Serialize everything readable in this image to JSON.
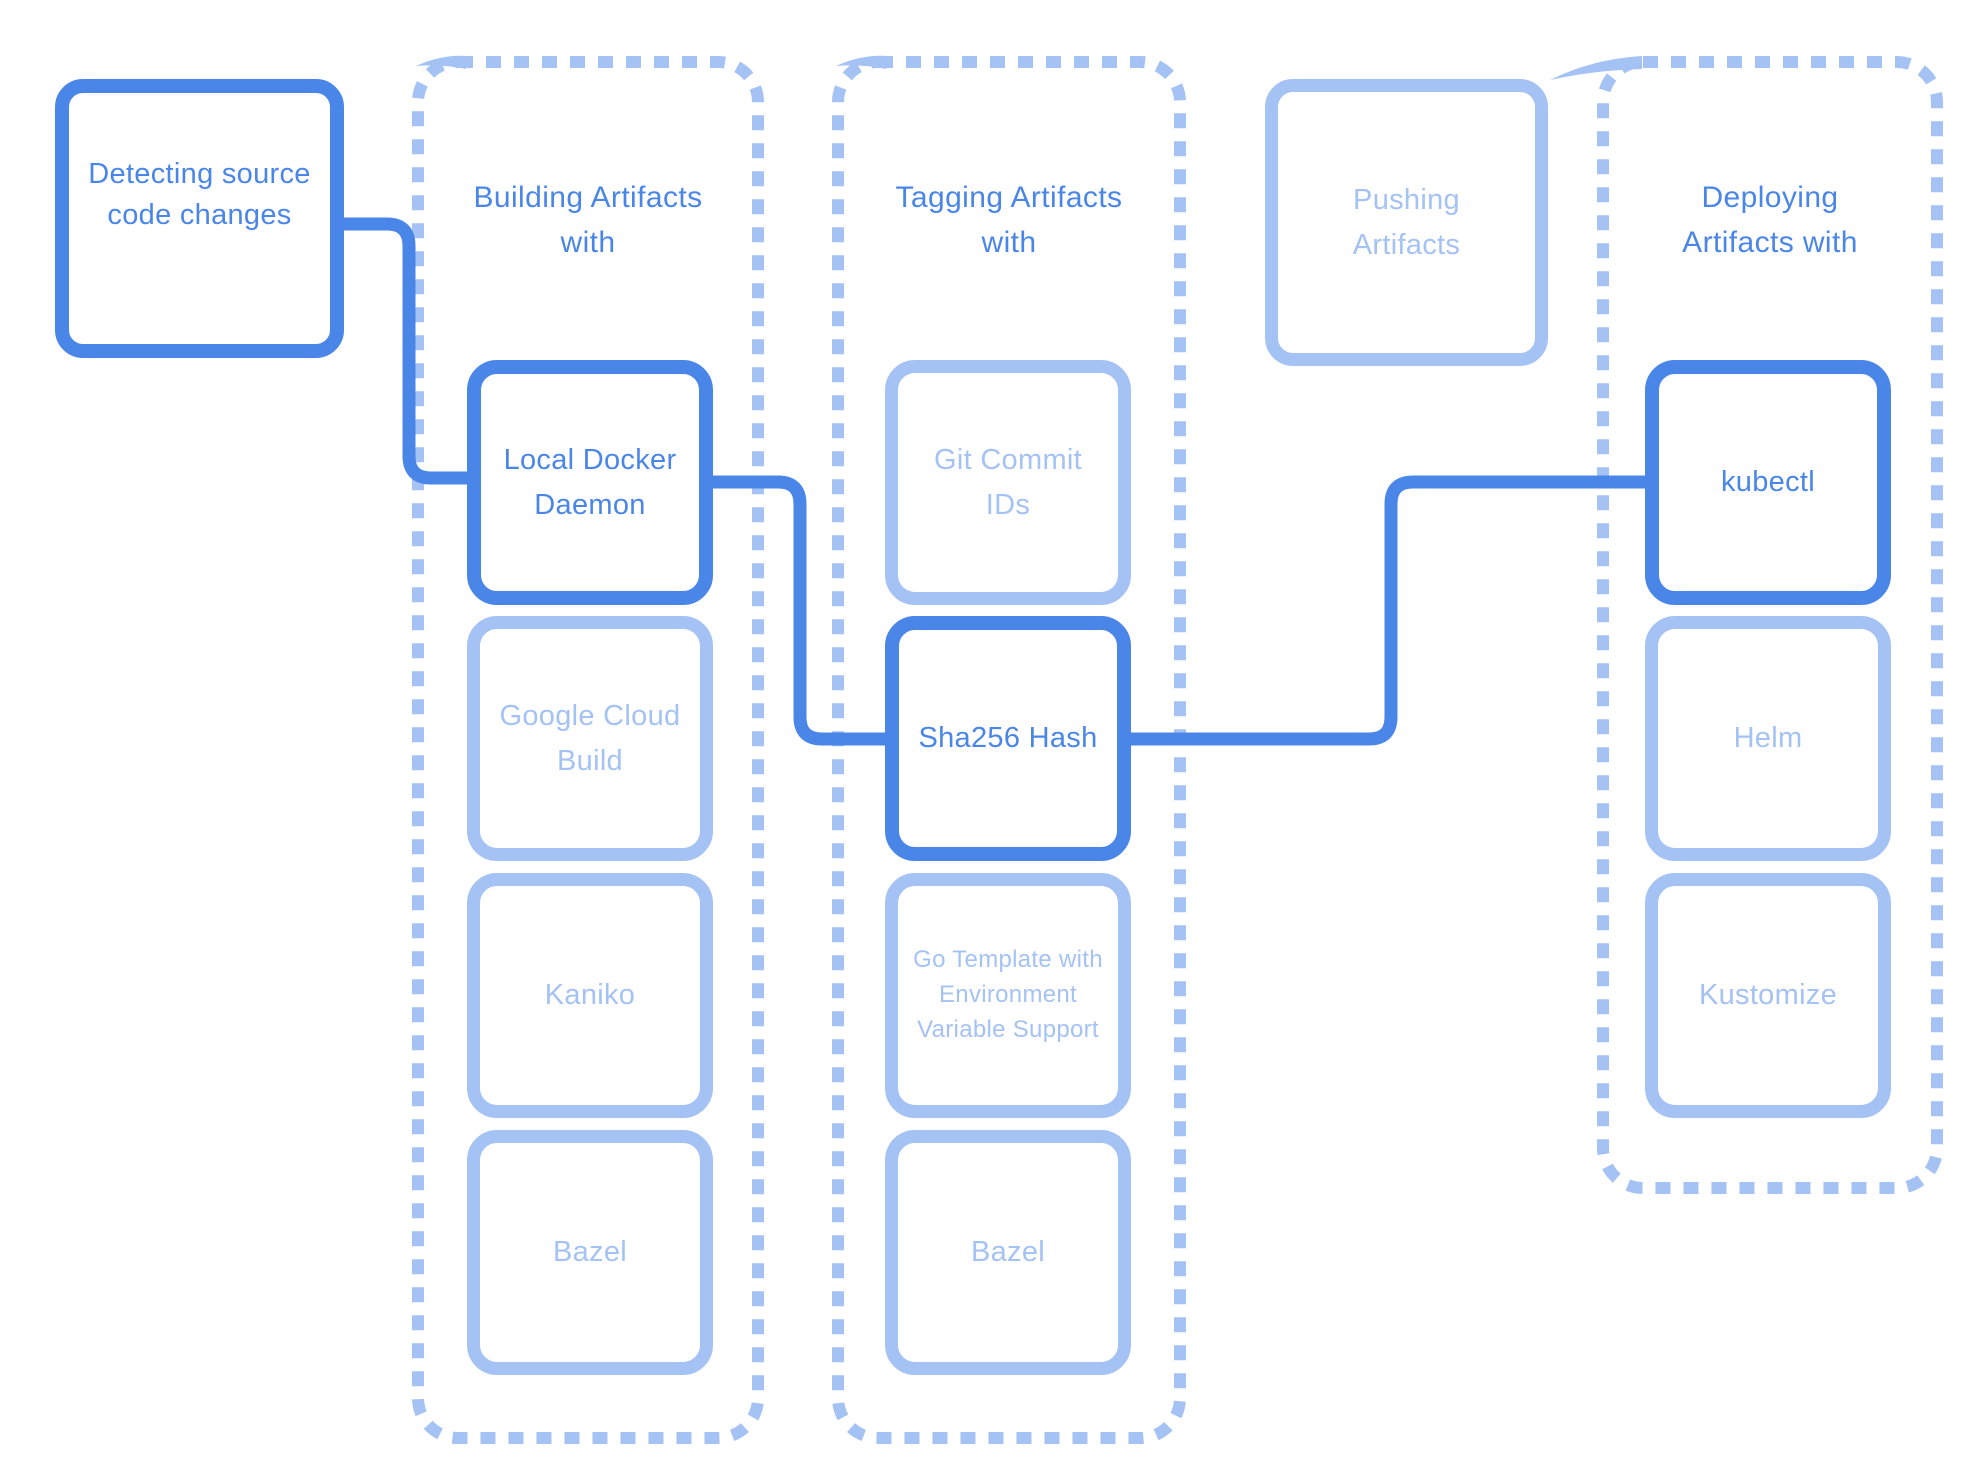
{
  "palette": {
    "strong_blue": "#4a86e8",
    "light_blue": "#a4c2f4",
    "background": "#ffffff"
  },
  "detect_node": {
    "label": "Detecting source code changes"
  },
  "pushing_node": {
    "label": "Pushing Artifacts"
  },
  "columns": [
    {
      "header": "Building Artifacts with",
      "items": [
        {
          "label": "Local Docker Daemon",
          "active": true
        },
        {
          "label": "Google Cloud Build",
          "active": false
        },
        {
          "label": "Kaniko",
          "active": false
        },
        {
          "label": "Bazel",
          "active": false
        }
      ]
    },
    {
      "header": "Tagging Artifacts with",
      "items": [
        {
          "label": "Git Commit IDs",
          "active": false
        },
        {
          "label": "Sha256 Hash",
          "active": true
        },
        {
          "label": "Go Template with Environment Variable Support",
          "active": false
        },
        {
          "label": "Bazel",
          "active": false
        }
      ]
    },
    {
      "header": "Deploying Artifacts with",
      "items": [
        {
          "label": "kubectl",
          "active": true
        },
        {
          "label": "Helm",
          "active": false
        },
        {
          "label": "Kustomize",
          "active": false
        }
      ]
    }
  ]
}
